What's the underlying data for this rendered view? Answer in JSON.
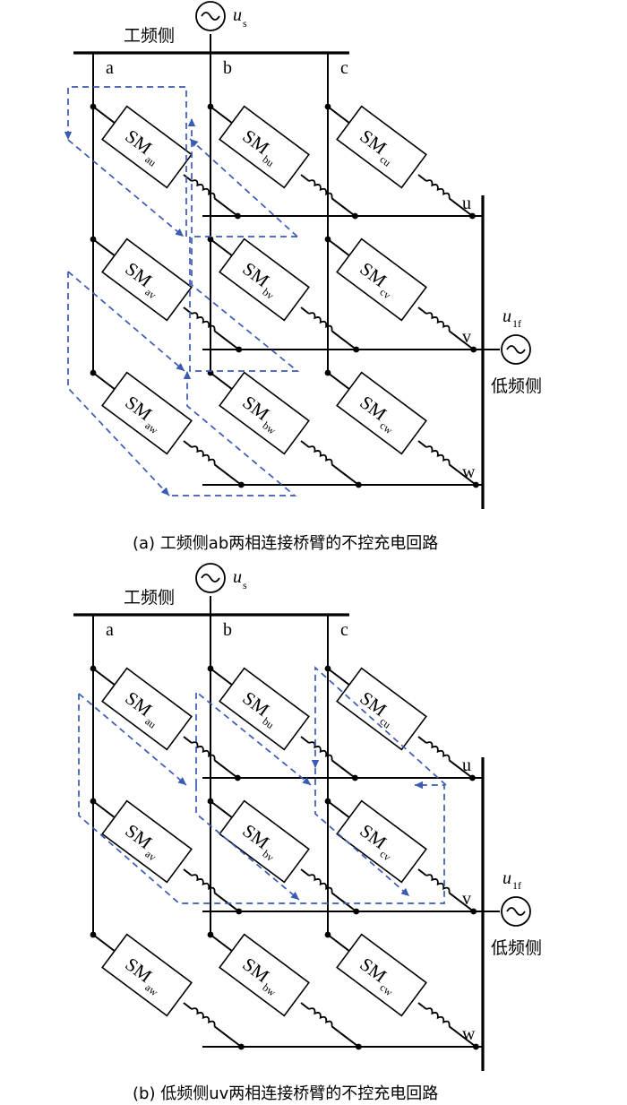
{
  "panels": [
    {
      "caption": "(a)  工频侧ab两相连接桥臂的不控充电回路",
      "pf_label": "工频侧",
      "pf_source": "u",
      "pf_source_sub": "s",
      "lf_label": "低频侧",
      "lf_source": "u",
      "lf_source_sub": "1f",
      "phases": [
        "a",
        "b",
        "c"
      ],
      "outputs": [
        "u",
        "v",
        "w"
      ],
      "submodules": [
        [
          "au",
          "bu",
          "cu"
        ],
        [
          "av",
          "bv",
          "cv"
        ],
        [
          "aw",
          "bw",
          "cw"
        ]
      ]
    },
    {
      "caption": "(b)  低频侧uv两相连接桥臂的不控充电回路",
      "pf_label": "工频侧",
      "pf_source": "u",
      "pf_source_sub": "s",
      "lf_label": "低频侧",
      "lf_source": "u",
      "lf_source_sub": "1f",
      "phases": [
        "a",
        "b",
        "c"
      ],
      "outputs": [
        "u",
        "v",
        "w"
      ],
      "submodules": [
        [
          "au",
          "bu",
          "cu"
        ],
        [
          "av",
          "bv",
          "cv"
        ],
        [
          "aw",
          "bw",
          "cw"
        ]
      ]
    }
  ],
  "sm_label": "SM",
  "colors": {
    "line": "#000000",
    "path": "#3a5ab4"
  }
}
